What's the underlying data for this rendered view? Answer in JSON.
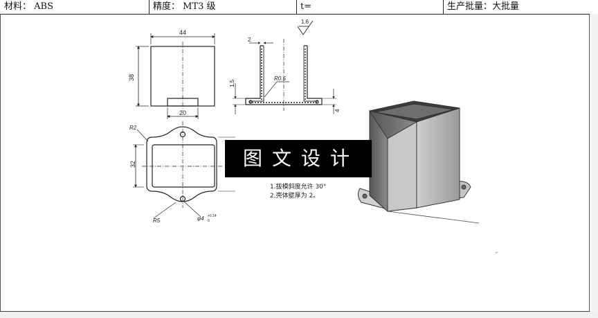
{
  "header": {
    "material": "材料： ABS",
    "precision": "精度： MT3 级",
    "thickness": "t=",
    "batch": "生产批量：大批量"
  },
  "drawing": {
    "dim_width": "44",
    "dim_height": "38",
    "dim_base": "20",
    "dim_2": "2",
    "dim_r05": "R0.5",
    "dim_15": "1.5",
    "dim_4": "4",
    "roughness": "1.6",
    "dim_r2": "R2",
    "dim_32": "32",
    "dim_r5": "R5",
    "dim_hole": "φ4",
    "dim_hole_tol": "+0.14",
    "dim_hole_tol_low": "0",
    "note_1": "1.拔模斜度允许 30°",
    "note_2": "2.壳体壁厚为 2。"
  },
  "watermark": "图文设计"
}
